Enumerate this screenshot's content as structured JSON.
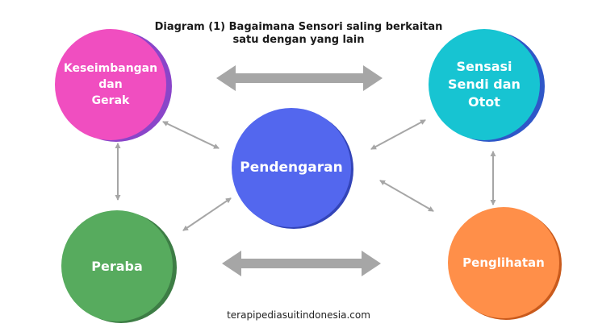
{
  "title": [
    "Diagram (1) Bagaimana Sensori saling berkaitan",
    "satu dengan yang lain"
  ],
  "nodes": {
    "keseimbangan": [
      "Keseimbangan",
      "dan",
      "Gerak"
    ],
    "sensasi": [
      "Sensasi",
      "Sendi dan",
      "Otot"
    ],
    "pendengaran": "Pendengaran",
    "peraba": "Peraba",
    "penglihatan": "Penglihatan"
  },
  "footer": "terapipediasuitindonesia.com",
  "colors": {
    "keseimbangan": "#f04ec0",
    "sensasi": "#17c4d2",
    "pendengaran": "#5367ee",
    "peraba": "#57ab5e",
    "penglihatan": "#ff8f49",
    "arrow": "#a6a6a6"
  }
}
